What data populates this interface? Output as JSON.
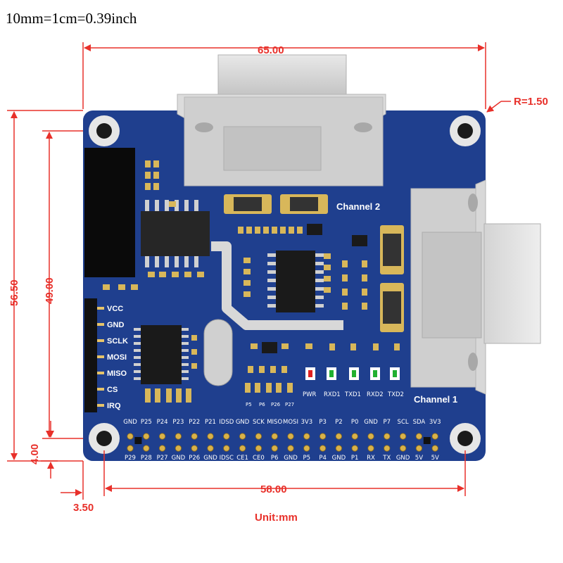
{
  "header": {
    "unit_note": "10mm=1cm=0.39inch"
  },
  "dimensions": {
    "width": "65.00",
    "corner_radius": "R=1.50",
    "height": "56.50",
    "hole_spacing_vertical": "49.00",
    "hole_spacing_horizontal": "58.00",
    "hole_offset_y": "4.00",
    "hole_offset_x": "3.50",
    "unit": "Unit:mm"
  },
  "board": {
    "color": "#1f3f8e",
    "channel1_label": "Channel  1",
    "channel2_label": "Channel  2",
    "spi_pins": [
      "VCC",
      "GND",
      "SCLK",
      "MOSI",
      "MISO",
      "CS",
      "IRQ"
    ],
    "header_top_labels": [
      "GND",
      "P25",
      "P24",
      "P23",
      "P22",
      "P21",
      "IDSD",
      "GND",
      "SCK",
      "MISO",
      "MOSI",
      "3V3",
      "P3",
      "P2",
      "P0",
      "GND",
      "P7",
      "SCL",
      "SDA",
      "3V3"
    ],
    "header_bottom_labels": [
      "P29",
      "P28",
      "P27",
      "GND",
      "P26",
      "GND",
      "IDSC",
      "CE1",
      "CE0",
      "P6",
      "GND",
      "P5",
      "P4",
      "GND",
      "P1",
      "RX",
      "TX",
      "GND",
      "5V",
      "5V"
    ],
    "led_labels": [
      "PWR",
      "RXD1",
      "TXD1",
      "RXD2",
      "TXD2"
    ],
    "led_colors": [
      "#e02020",
      "#20b030",
      "#20b030",
      "#20b030",
      "#20b030"
    ],
    "pad_labels": [
      "P5",
      "P6",
      "P26",
      "P27"
    ]
  }
}
